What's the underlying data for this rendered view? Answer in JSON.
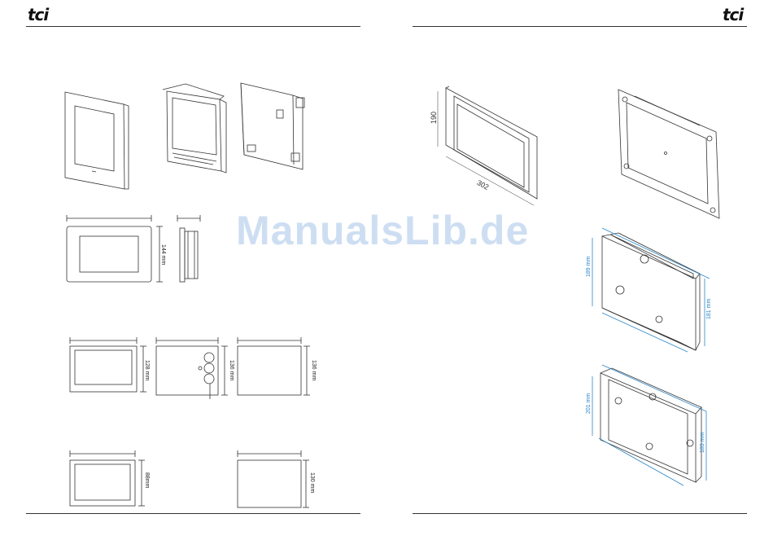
{
  "header": {
    "left_logo": "tci",
    "right_logo": "tci"
  },
  "watermark": "ManualsLib.de",
  "left_page": {
    "dims": {
      "d144": "144 mm",
      "d128": "128 mm",
      "d136a": "136 mm",
      "d136b": "136 mm",
      "d88": "88mm",
      "d130": "130 mm"
    }
  },
  "right_page": {
    "dims": {
      "h190": "190",
      "w302": "302",
      "h189": "189 mm",
      "w181": "181 mm",
      "h201": "201 mm",
      "w183": "183 mm"
    }
  },
  "colors": {
    "accent": "#2a86c8",
    "line": "#333333",
    "watermark": "#c6d9f0"
  }
}
